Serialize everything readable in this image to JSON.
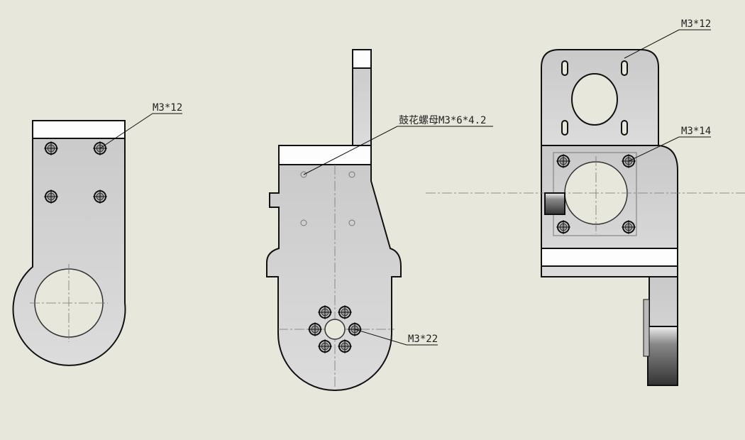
{
  "drawing": {
    "left_view": {
      "callout": "M3*12"
    },
    "middle_view": {
      "callout_top": "鼓花螺母M3*6*4.2",
      "callout_bottom": "M3*22"
    },
    "right_view": {
      "callout_top": "M3*12",
      "callout_middle": "M3*14"
    }
  },
  "colors": {
    "background": "#e7e7dc",
    "part_fill": "#d3d3d3",
    "outline": "#111111"
  }
}
